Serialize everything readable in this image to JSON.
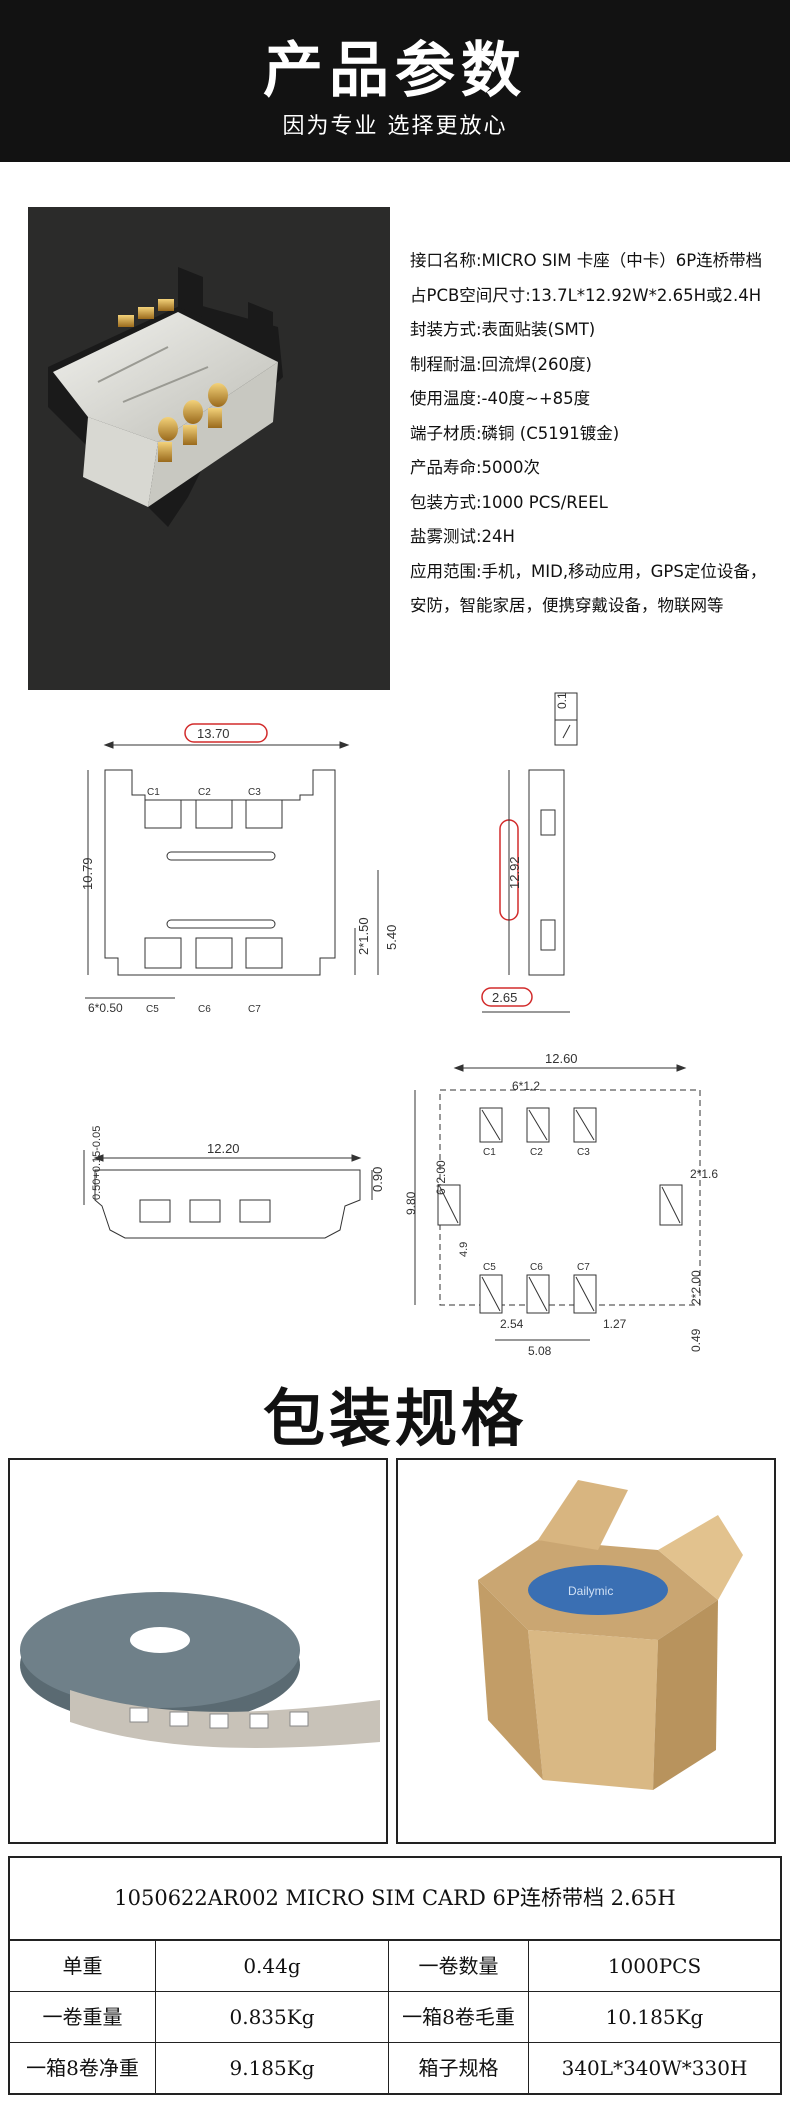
{
  "header": {
    "title": "产品参数",
    "subtitle": "因为专业 选择更放心"
  },
  "specs": [
    "接口名称:MICRO SIM 卡座（中卡）6P连桥带档",
    "占PCB空间尺寸:13.7L*12.92W*2.65H或2.4H",
    "封装方式:表面贴装(SMT)",
    "制程耐温:回流焊(260度)",
    "使用温度:-40度~+85度",
    "端子材质:磷铜 (C5191镀金)",
    "产品寿命:5000次",
    "包装方式:1000 PCS/REEL",
    "盐雾测试:24H",
    "应用范围:手机，MID,移动应用，GPS定位设备，安防，智能家居，便携穿戴设备，物联网等"
  ],
  "drawing": {
    "top_width": "13.70",
    "height_total": "10.79",
    "pitch_label": "2*1.50",
    "inner_height": "5.40",
    "pitch_bottom": "6*0.50",
    "contacts_top": [
      "C1",
      "C2",
      "C3"
    ],
    "contacts_bottom": [
      "C5",
      "C6",
      "C7"
    ],
    "flatness": "0.1",
    "side_height": "12.92",
    "thickness": "2.65",
    "front_width": "12.20",
    "front_height": "0.90",
    "front_tol": "0.50+0.15-0.05",
    "fp_width": "12.60",
    "fp_pad_w": "6*1.2",
    "fp_side_pads": "6*2.00",
    "fp_right_pad": "2*1.6",
    "fp_height": "9.80",
    "fp_inner": "4.9",
    "fp_pitch": "2.54",
    "fp_gap": "1.27",
    "fp_bottom_w": "5.08",
    "fp_bottom_pads": "2*2.00",
    "fp_offset": "0.49"
  },
  "packaging": {
    "title": "包装规格",
    "watermark": "Dailymic",
    "table_title": "1050622AR002 MICRO SIM CARD 6P连桥带档 2.65H",
    "rows": [
      [
        "单重",
        "0.44g",
        "一卷数量",
        "1000PCS"
      ],
      [
        "一卷重量",
        "0.835Kg",
        "一箱8卷毛重",
        "10.185Kg"
      ],
      [
        "一箱8卷净重",
        "9.185Kg",
        "箱子规格",
        "340L*340W*330H"
      ]
    ]
  },
  "colors": {
    "header_bg": "#121212",
    "photo_bg": "#2b2b2a",
    "highlight": "#d22b2b"
  }
}
